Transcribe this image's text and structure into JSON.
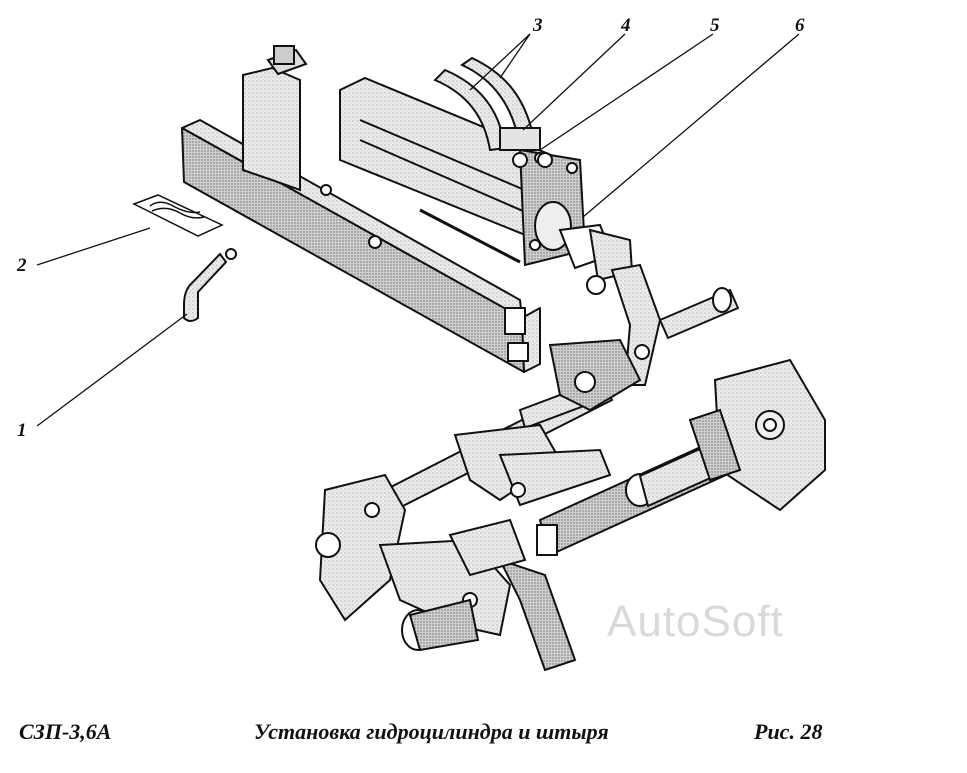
{
  "figure": {
    "callouts": [
      {
        "id": "1",
        "label": "1"
      },
      {
        "id": "2",
        "label": "2"
      },
      {
        "id": "3",
        "label": "3"
      },
      {
        "id": "4",
        "label": "4"
      },
      {
        "id": "5",
        "label": "5"
      },
      {
        "id": "6",
        "label": "6"
      }
    ],
    "components": [
      "pin",
      "cotter-pin",
      "hydraulic-hoses",
      "fitting",
      "hose-coupling",
      "hydraulic-cylinder",
      "frame-beam",
      "hinge-assembly",
      "rear-hitch"
    ]
  },
  "caption": {
    "model": "СЗП-3,6А",
    "title": "Установка гидроцилиндра и штыря",
    "figure_number": "Рис. 28"
  },
  "watermark": "AutoSoft",
  "colors": {
    "ink": "#111111",
    "hatch": "#e2e2e2",
    "watermark": "#d9d9d9"
  }
}
